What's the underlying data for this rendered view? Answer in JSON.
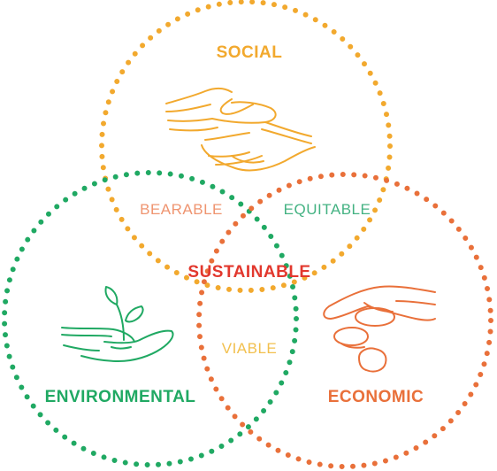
{
  "colors": {
    "social": "#f2a92e",
    "environmental": "#20a963",
    "economic": "#e9703a",
    "sustainable": "#e2382e",
    "bearable": "#ef9470",
    "equitable": "#43b282",
    "viable": "#f2c04e"
  },
  "labels": {
    "social": "SOCIAL",
    "environmental": "ENVIRONMENTAL",
    "economic": "ECONOMIC",
    "bearable": "BEARABLE",
    "equitable": "EQUITABLE",
    "viable": "VIABLE",
    "sustainable": "SUSTAINABLE"
  },
  "icons": {
    "social": "handshake-icon",
    "environmental": "hand-with-sprout-icon",
    "economic": "hand-with-coins-icon"
  }
}
